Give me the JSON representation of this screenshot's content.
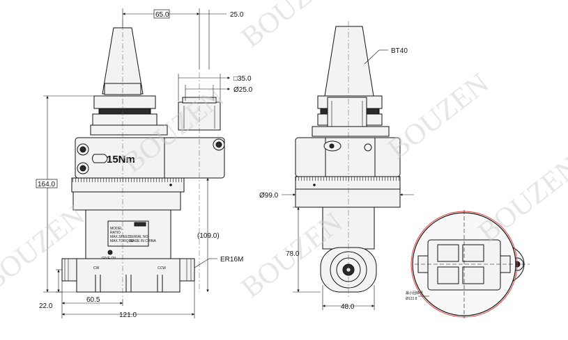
{
  "watermark": "BOUZEN",
  "left_view": {
    "dims": {
      "d65": "65.0",
      "d25": "25.0",
      "sq35": "□35.0",
      "dia25": "Ø25.0",
      "h164": "164.0",
      "h109": "(109.0)",
      "w60": "60.5",
      "w121": "121.0",
      "h22": "22.0",
      "er": "ER16M"
    },
    "torque": "15Nm",
    "rot_cw": "CW",
    "rot_ccw": "CCW",
    "oil_label": "GIVE OIL",
    "label_plate": [
      "MODEL",
      "RATIO",
      "MAX.SPEED",
      "MAX.TORQUE",
      "SERIAL NO.",
      "MADE IN CHINA"
    ]
  },
  "right_view": {
    "dims": {
      "taper": "BT40",
      "dia99": "Ø99.0",
      "h78": "78.0",
      "w48": "48.0"
    }
  },
  "detail_view": {
    "min_radius_label": "最小回转径",
    "min_radius_value": "Ø122.8"
  }
}
